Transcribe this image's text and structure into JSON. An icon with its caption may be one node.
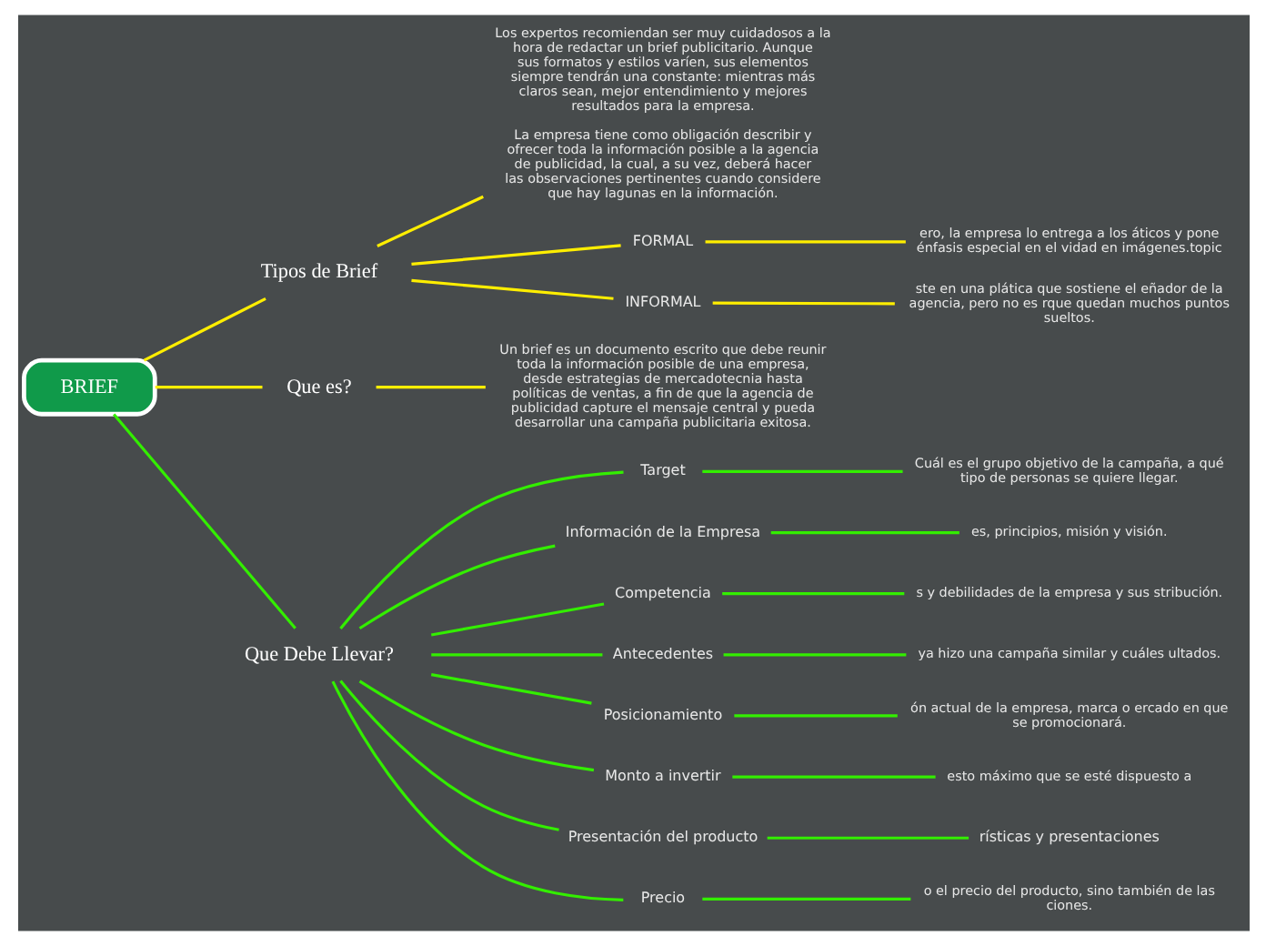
{
  "diagram": {
    "nodes": [
      {
        "text": [
          "BRIEF"
        ]
      },
      {
        "text": [
          "Tipos de Brief"
        ]
      },
      {
        "text": [
          "Los expertos recomiendan ser muy cuidadosos a la hora de redactar un brief publicitario. Aunque sus formatos y estilos varíen, sus elementos siempre tendrán una constante: mientras más claros sean, mejor entendimiento y mejores resultados para la empresa.",
          "La empresa tiene como obligación describir y ofrecer toda la información posible a la agencia de publicidad, la cual, a su vez, deberá hacer las observaciones pertinentes cuando considere que hay lagunas en la información."
        ]
      },
      {
        "text": [
          "FORMAL"
        ]
      },
      {
        "text": [
          "ero, la empresa lo entrega a los áticos y pone énfasis especial en el vidad en imágenes.topic"
        ]
      },
      {
        "text": [
          "INFORMAL"
        ]
      },
      {
        "text": [
          "ste en una plática que sostiene el eñador de la agencia, pero no es rque quedan muchos puntos sueltos."
        ]
      },
      {
        "text": [
          "Que es?"
        ]
      },
      {
        "text": [
          "Un brief es un documento escrito que debe reunir toda la información posible de una empresa, desde estrategias de mercadotecnia hasta políticas de ventas, a fin de que la agencia de publicidad capture el mensaje central y pueda desarrollar una campaña publicitaria exitosa."
        ]
      },
      {
        "text": [
          "Que Debe Llevar?"
        ]
      },
      {
        "text": [
          "Target"
        ]
      },
      {
        "text": [
          "Cuál es el grupo objetivo de la campaña, a qué tipo de personas se quiere llegar."
        ]
      },
      {
        "text": [
          "Información de la Empresa"
        ]
      },
      {
        "text": [
          "es, principios, misión y visión."
        ]
      },
      {
        "text": [
          "Competencia"
        ]
      },
      {
        "text": [
          "s y debilidades de la empresa y sus stribución."
        ]
      },
      {
        "text": [
          "Antecedentes"
        ]
      },
      {
        "text": [
          "ya hizo una campaña similar y cuáles ultados."
        ]
      },
      {
        "text": [
          "Posicionamiento"
        ]
      },
      {
        "text": [
          "ón actual de la empresa, marca o ercado en que se promocionará."
        ]
      },
      {
        "text": [
          "Monto a invertir"
        ]
      },
      {
        "text": [
          "esto máximo que se esté dispuesto a"
        ]
      },
      {
        "text": [
          "Presentación del producto"
        ]
      },
      {
        "text": [
          "rísticas y presentaciones"
        ]
      },
      {
        "text": [
          "Precio"
        ]
      },
      {
        "text": [
          "o el precio del producto, sino también de las ciones."
        ]
      }
    ],
    "edges": [
      {
        "from": 0,
        "to": 1,
        "arrow": "none",
        "color": "#ffee00"
      },
      {
        "from": 1,
        "to": 2,
        "arrow": "none",
        "color": "#ffee00"
      },
      {
        "from": 1,
        "to": 3,
        "arrow": "none",
        "color": "#ffee00"
      },
      {
        "from": 3,
        "to": 4,
        "arrow": "none",
        "color": "#ffee00"
      },
      {
        "from": 1,
        "to": 5,
        "arrow": "none",
        "color": "#ffee00"
      },
      {
        "from": 5,
        "to": 6,
        "arrow": "none",
        "color": "#ffee00"
      },
      {
        "from": 0,
        "to": 7,
        "arrow": "none",
        "color": "#ffee00"
      },
      {
        "from": 7,
        "to": 8,
        "arrow": "none",
        "color": "#ffee00"
      },
      {
        "from": 0,
        "to": 9,
        "arrow": "none"
      },
      {
        "from": 9,
        "to": 10,
        "arrow": "none"
      },
      {
        "from": 10,
        "to": 11,
        "arrow": "none"
      },
      {
        "from": 9,
        "to": 12,
        "arrow": "none"
      },
      {
        "from": 12,
        "to": 13,
        "arrow": "none"
      },
      {
        "from": 9,
        "to": 14,
        "arrow": "none"
      },
      {
        "from": 14,
        "to": 15,
        "arrow": "none"
      },
      {
        "from": 9,
        "to": 16,
        "arrow": "none"
      },
      {
        "from": 16,
        "to": 17,
        "arrow": "none"
      },
      {
        "from": 9,
        "to": 18,
        "arrow": "none"
      },
      {
        "from": 18,
        "to": 19,
        "arrow": "none"
      },
      {
        "from": 9,
        "to": 20,
        "arrow": "none"
      },
      {
        "from": 20,
        "to": 21,
        "arrow": "none"
      },
      {
        "from": 9,
        "to": 22,
        "arrow": "none"
      },
      {
        "from": 22,
        "to": 23,
        "arrow": "none"
      },
      {
        "from": 9,
        "to": 24,
        "arrow": "none"
      },
      {
        "from": 24,
        "to": 25,
        "arrow": "none"
      }
    ]
  }
}
